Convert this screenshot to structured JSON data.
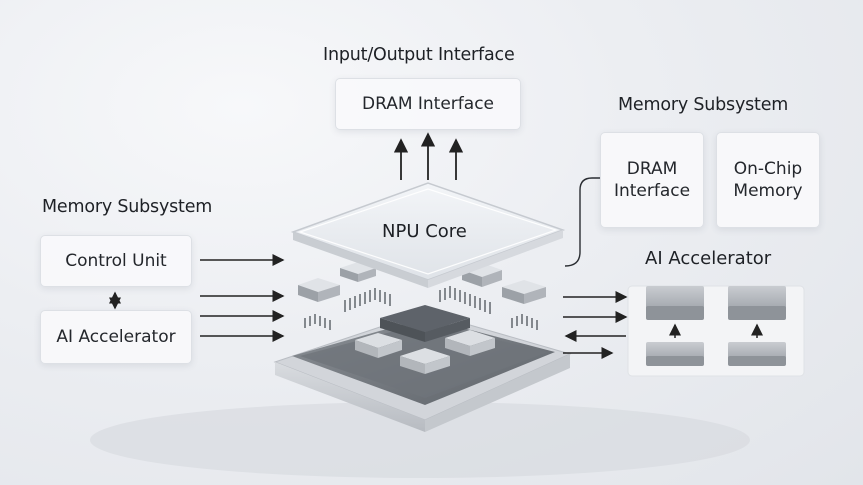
{
  "top": {
    "heading": "Input/Output Interface",
    "box_label": "DRAM Interface"
  },
  "left": {
    "heading": "Memory Subsystem",
    "control_unit": "Control Unit",
    "ai_accelerator": "AI Accelerator"
  },
  "right": {
    "heading": "Memory Subsystem",
    "dram_interface": "DRAM\nInterface",
    "on_chip_memory": "On-Chip\nMemory",
    "ai_accelerator_title": "AI Accelerator"
  },
  "center": {
    "core_label": "NPU Core"
  }
}
